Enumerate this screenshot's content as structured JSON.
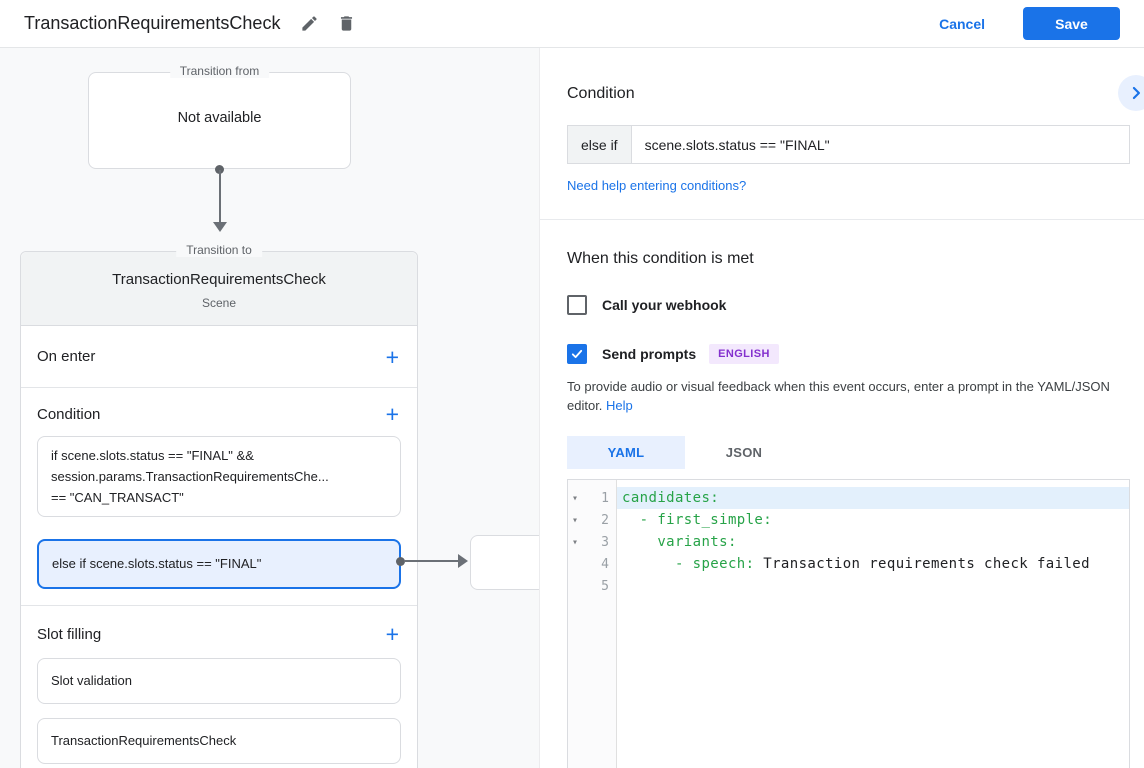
{
  "header": {
    "title": "TransactionRequirementsCheck",
    "cancel": "Cancel",
    "save": "Save"
  },
  "icons": {
    "edit": "pencil-icon",
    "delete": "trash-icon",
    "collapse": "chevron-right-icon",
    "add": "plus-icon",
    "check": "checkmark-icon",
    "fold": "fold-arrow-icon"
  },
  "canvas": {
    "transition_from": {
      "label": "Transition from",
      "value": "Not available"
    },
    "transition_to": {
      "label": "Transition to",
      "scene_name": "TransactionRequirementsCheck",
      "scene_type": "Scene",
      "sections": {
        "on_enter": {
          "label": "On enter",
          "add": "+"
        },
        "condition": {
          "label": "Condition",
          "add": "+",
          "items": [
            {
              "selected": false,
              "lines": [
                "if scene.slots.status == \"FINAL\" &&",
                "session.params.TransactionRequirementsChe...",
                "== \"CAN_TRANSACT\""
              ]
            },
            {
              "selected": true,
              "lines": [
                "else if scene.slots.status == \"FINAL\""
              ]
            }
          ]
        },
        "slot_filling": {
          "label": "Slot filling",
          "add": "+",
          "items": [
            "Slot validation",
            "TransactionRequirementsCheck"
          ]
        }
      }
    }
  },
  "panel": {
    "title": "Condition",
    "condition": {
      "prefix": "else if",
      "value": "scene.slots.status == \"FINAL\""
    },
    "help_link": "Need help entering conditions?",
    "when_met": {
      "title": "When this condition is met",
      "webhook": {
        "label": "Call your webhook",
        "checked": false
      },
      "send_prompts": {
        "label": "Send prompts",
        "checked": true,
        "language_badge": "ENGLISH"
      },
      "description": "To provide audio or visual feedback when this event occurs, enter a prompt in the YAML/JSON editor.",
      "description_link": "Help"
    },
    "tabs": [
      {
        "label": "YAML",
        "active": true
      },
      {
        "label": "JSON",
        "active": false
      }
    ],
    "editor": {
      "fold_glyph": "▾",
      "lines": [
        {
          "number": "1",
          "foldable": true,
          "active": true,
          "key": "candidates:",
          "text": ""
        },
        {
          "number": "2",
          "foldable": true,
          "active": false,
          "key": "  - first_simple:",
          "text": ""
        },
        {
          "number": "3",
          "foldable": true,
          "active": false,
          "key": "    variants:",
          "text": ""
        },
        {
          "number": "4",
          "foldable": false,
          "active": false,
          "key": "      - speech:",
          "text": " Transaction requirements check failed"
        },
        {
          "number": "5",
          "foldable": false,
          "active": false,
          "key": "",
          "text": ""
        }
      ]
    }
  },
  "colors": {
    "accent_blue": "#1a73e8",
    "selected_condition_bg": "#e8f0fe",
    "selected_condition_border": "#1a73e8",
    "canvas_bg": "#f8f9fa",
    "card_header_bg": "#f1f3f4",
    "badge_text": "#8430ce",
    "badge_bg": "#f3e8fd",
    "code_key_green": "#27a348",
    "active_line_bg": "#e3f0fc",
    "border_gray": "#dadce0",
    "text_gray": "#5f6368"
  }
}
